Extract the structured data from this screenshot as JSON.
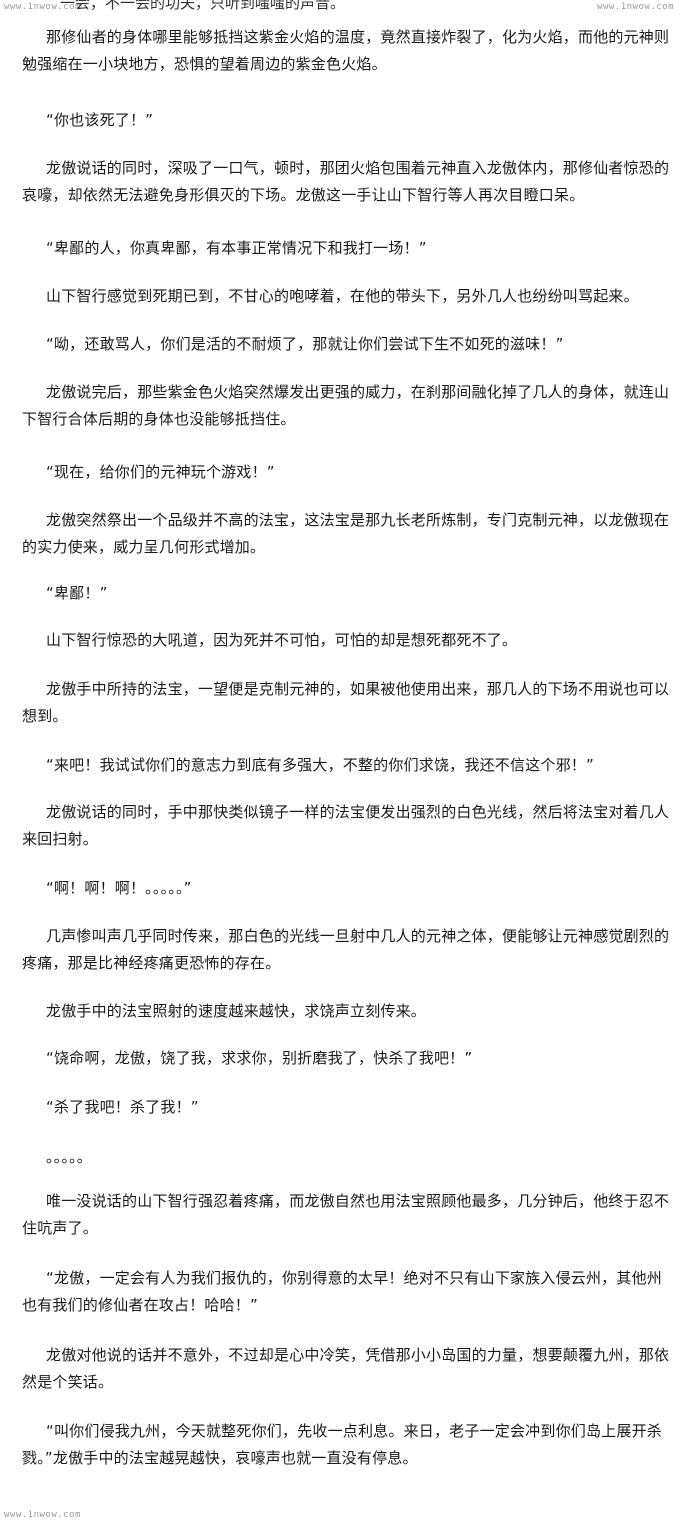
{
  "watermarks": {
    "top_left": "www.1nwow.com",
    "top_right": "www.1nwow.com",
    "bottom_left": "www.1nwow.com"
  },
  "top_partial": "一会，不一会的功夫，只听到嗤嗤的声音。",
  "paragraphs": [
    "那修仙者的身体哪里能够抵挡这紫金火焰的温度，竟然直接炸裂了，化为火焰，而他的元神则勉强缩在一小块地方，恐惧的望着周边的紫金色火焰。",
    "“你也该死了！”",
    "龙傲说话的同时，深吸了一口气，顿时，那团火焰包围着元神直入龙傲体内，那修仙者惊恐的哀嚎，却依然无法避免身形俱灭的下场。龙傲这一手让山下智行等人再次目瞪口呆。",
    "“卑鄙的人，你真卑鄙，有本事正常情况下和我打一场！”",
    "山下智行感觉到死期已到，不甘心的咆哮着，在他的带头下，另外几人也纷纷叫骂起来。",
    "“呦，还敢骂人，你们是活的不耐烦了，那就让你们尝试下生不如死的滋味！”",
    "龙傲说完后，那些紫金色火焰突然爆发出更强的威力，在刹那间融化掉了几人的身体，就连山下智行合体后期的身体也没能够抵挡住。",
    "“现在，给你们的元神玩个游戏！”",
    "龙傲突然祭出一个品级并不高的法宝，这法宝是那九长老所炼制，专门克制元神，以龙傲现在的实力使来，威力呈几何形式增加。",
    "“卑鄙！”",
    "山下智行惊恐的大吼道，因为死并不可怕，可怕的却是想死都死不了。",
    "龙傲手中所持的法宝，一望便是克制元神的，如果被他使用出来，那几人的下场不用说也可以想到。",
    "“来吧！我试试你们的意志力到底有多强大，不整的你们求饶，我还不信这个邪！”",
    "龙傲说话的同时，手中那快类似镜子一样的法宝便发出强烈的白色光线，然后将法宝对着几人来回扫射。",
    "“啊！啊！啊！。。。。。”",
    "几声惨叫声几乎同时传来，那白色的光线一旦射中几人的元神之体，便能够让元神感觉剧烈的疼痛，那是比神经疼痛更恐怖的存在。",
    "龙傲手中的法宝照射的速度越来越快，求饶声立刻传来。",
    "“饶命啊，龙傲，饶了我，求求你，别折磨我了，快杀了我吧！”",
    "“杀了我吧！杀了我！”",
    "。。。。。",
    "唯一没说话的山下智行强忍着疼痛，而龙傲自然也用法宝照顾他最多，几分钟后，他终于忍不住吭声了。",
    "“龙傲，一定会有人为我们报仇的，你别得意的太早！绝对不只有山下家族入侵云州，其他州也有我们的修仙者在攻占！哈哈！”",
    "龙傲对他说的话并不意外，不过却是心中冷笑，凭借那小小岛国的力量，想要颠覆九州，那依然是个笑话。",
    "“叫你们侵我九州，今天就整死你们，先收一点利息。来日，老子一定会冲到你们岛上展开杀戮。”龙傲手中的法宝越晃越快，哀嚎声也就一直没有停息。"
  ]
}
